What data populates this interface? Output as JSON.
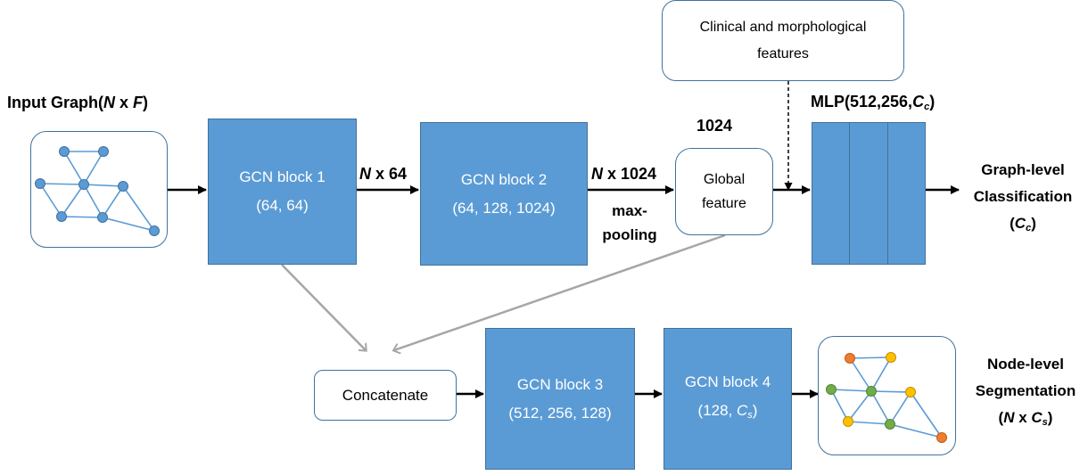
{
  "colors": {
    "block_fill": "#5b9bd5",
    "block_border": "#41719c",
    "node_blue": "#5b9bd5",
    "node_orange": "#ed7d31",
    "node_yellow": "#ffc000",
    "node_green": "#70ad47",
    "skip_arrow": "#a6a6a6"
  },
  "input": {
    "label_prefix": "Input Graph(",
    "label_n": "N",
    "label_x": " x ",
    "label_f": "F",
    "label_suffix": ")"
  },
  "gcn1": {
    "title": "GCN block 1",
    "params": "(64, 64)"
  },
  "edge1": {
    "n": "N",
    "rest": " x 64"
  },
  "gcn2": {
    "title": "GCN block 2",
    "params": "(64, 128, 1024)"
  },
  "edge2": {
    "n": "N",
    "rest": " x 1024",
    "op_line1": "max-",
    "op_line2": "pooling"
  },
  "global": {
    "dim": "1024",
    "line1": "Global",
    "line2": "feature"
  },
  "clinical": {
    "line1": "Clinical and morphological",
    "line2": "features"
  },
  "mlp": {
    "prefix": "MLP(512,256,",
    "c": "C",
    "sub": "c",
    "suffix": ")"
  },
  "graph_out": {
    "line1": "Graph-level",
    "line2": "Classification",
    "open": "(",
    "c": "C",
    "sub": "c",
    "close": ")"
  },
  "concat": {
    "label": "Concatenate"
  },
  "gcn3": {
    "title": "GCN block 3",
    "params": "(512, 256, 128)"
  },
  "gcn4": {
    "title": "GCN block 4",
    "params_prefix": "(128, ",
    "c": "C",
    "sub": "s",
    "params_suffix": ")"
  },
  "node_out": {
    "line1": "Node-level",
    "line2": "Segmentation",
    "open": "(",
    "n": "N",
    "x": " x ",
    "c": "C",
    "sub": "s",
    "close": ")"
  }
}
